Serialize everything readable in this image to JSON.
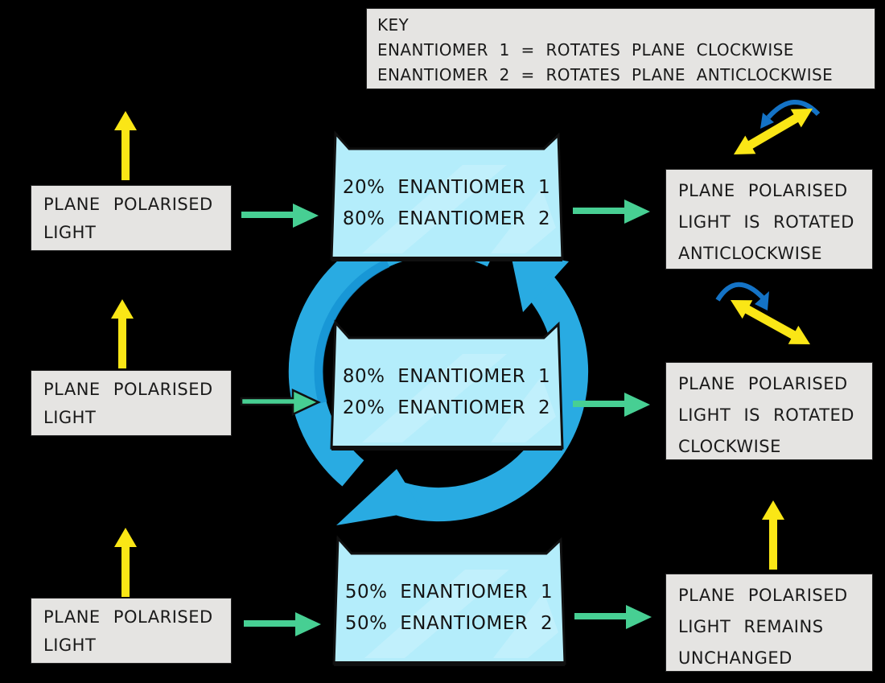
{
  "colors": {
    "background": "#000000",
    "box_gray": "#e5e4e2",
    "box_cyan": "#b4edfb",
    "cyan_streak": "#ccf3fd",
    "ring_blue": "#29abe2",
    "ring_blue_dark": "#1593d3",
    "arrow_green": "#47cf93",
    "arrow_yellow": "#fae616",
    "curve_arrow_blue": "#1473c6",
    "text": "#1a1a1a"
  },
  "key": {
    "title": "KEY",
    "line1": "ENANTIOMER 1 = ROTATES PLANE CLOCKWISE",
    "line2": "ENANTIOMER 2 = ROTATES PLANE ANTICLOCKWISE"
  },
  "rows": [
    {
      "source": {
        "line1": "PLANE POLARISED",
        "line2": "LIGHT"
      },
      "mixture": {
        "line1": "20% ENANTIOMER 1",
        "line2": "80% ENANTIOMER 2"
      },
      "result": {
        "line1": "PLANE POLARISED",
        "line2": "LIGHT IS ROTATED",
        "line3": "ANTICLOCKWISE"
      }
    },
    {
      "source": {
        "line1": "PLANE POLARISED",
        "line2": "LIGHT"
      },
      "mixture": {
        "line1": "80% ENANTIOMER 1",
        "line2": "20% ENANTIOMER 2"
      },
      "result": {
        "line1": "PLANE POLARISED",
        "line2": "LIGHT IS ROTATED",
        "line3": "CLOCKWISE"
      }
    },
    {
      "source": {
        "line1": "PLANE POLARISED",
        "line2": "LIGHT"
      },
      "mixture": {
        "line1": "50% ENANTIOMER 1",
        "line2": "50% ENANTIOMER 2"
      },
      "result": {
        "line1": "PLANE POLARISED",
        "line2": "LIGHT REMAINS",
        "line3": "UNCHANGED"
      }
    }
  ]
}
